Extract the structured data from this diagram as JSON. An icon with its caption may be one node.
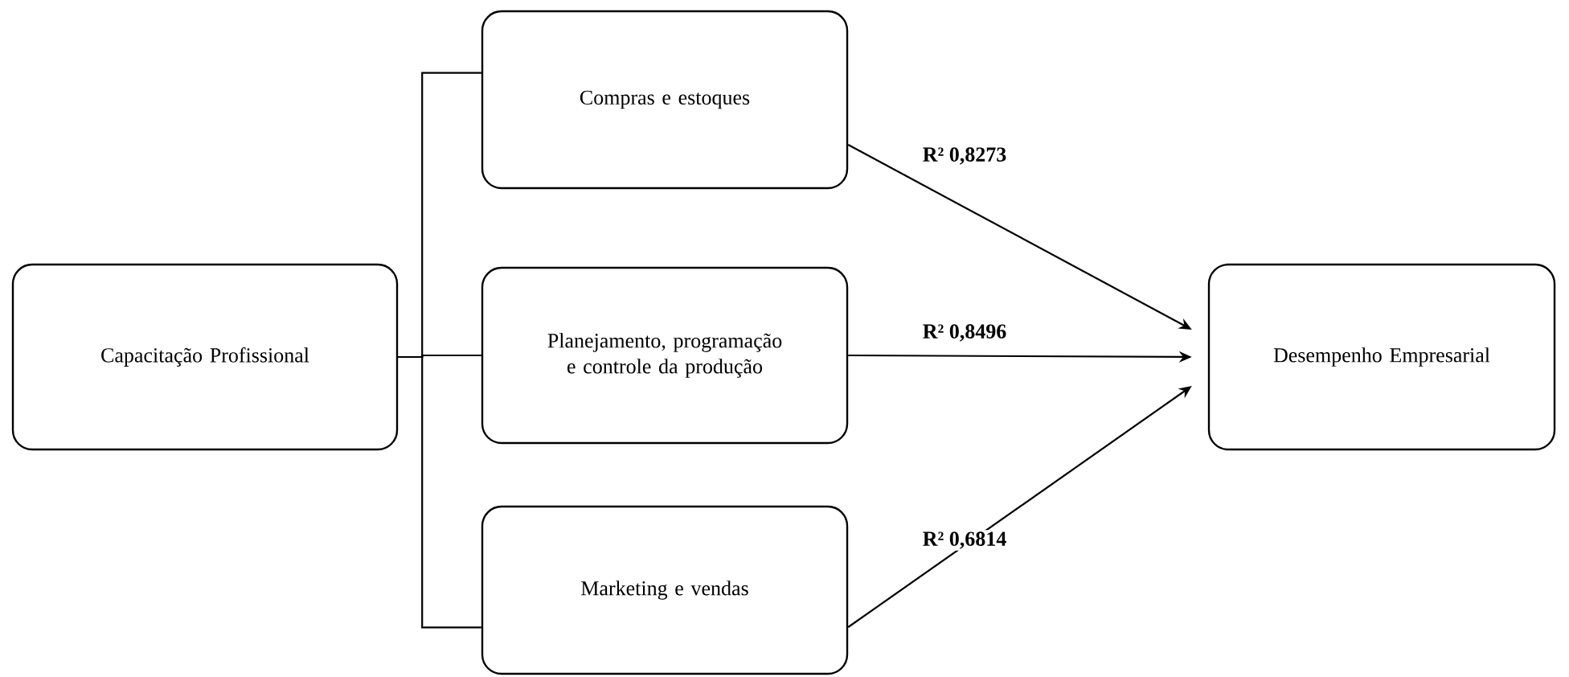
{
  "diagram": {
    "nodes": [
      {
        "text": [
          "Capacitação Profissional"
        ]
      },
      {
        "text": [
          "Compras e estoques"
        ]
      },
      {
        "text": [
          "Planejamento, programação e controle da produção"
        ]
      },
      {
        "text": [
          "Marketing e vendas"
        ]
      },
      {
        "text": [
          "Desempenho Empresarial"
        ]
      }
    ],
    "edges": [
      {
        "from": 0,
        "to": 1,
        "arrow": "none"
      },
      {
        "from": 0,
        "to": 2,
        "arrow": "none"
      },
      {
        "from": 0,
        "to": 3,
        "arrow": "none"
      },
      {
        "from": 1,
        "to": 4,
        "arrow": "to",
        "label": "R² 0,8273"
      },
      {
        "from": 2,
        "to": 4,
        "arrow": "to",
        "label": "R² 0,8496"
      },
      {
        "from": 3,
        "to": 4,
        "arrow": "to",
        "label": "R² 0,6814"
      }
    ]
  }
}
